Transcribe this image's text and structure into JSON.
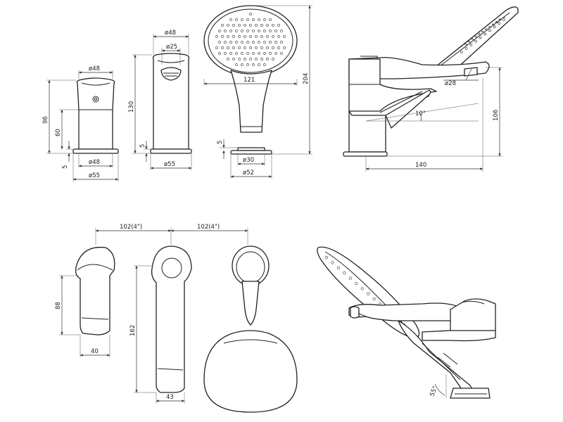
{
  "drawing": {
    "mixer_view": {
      "top_width": "ø48",
      "height_total": "96",
      "height_body": "60",
      "base_thickness": "5",
      "base_width": "ø48",
      "flange_width": "ø55"
    },
    "spout_view": {
      "top_width": "ø48",
      "outlet_width": "ø25",
      "height": "130",
      "base_thickness": "5",
      "flange_width": "ø55"
    },
    "handshower_view": {
      "head_width": "121",
      "total_height": "204",
      "base_thickness": "5",
      "holder_inner": "ø30",
      "holder_outer": "ø52"
    },
    "side_view": {
      "outlet_diameter": "ø28",
      "angle": "10°",
      "height": "106",
      "projection": "140"
    },
    "front_view": {
      "spacing_left": "102(4\")",
      "spacing_right": "102(4\")",
      "lever_height": "88",
      "lever_width": "40",
      "spout_height": "162",
      "spout_width": "43"
    },
    "perspective_view": {
      "hose_angle": "55°"
    }
  }
}
